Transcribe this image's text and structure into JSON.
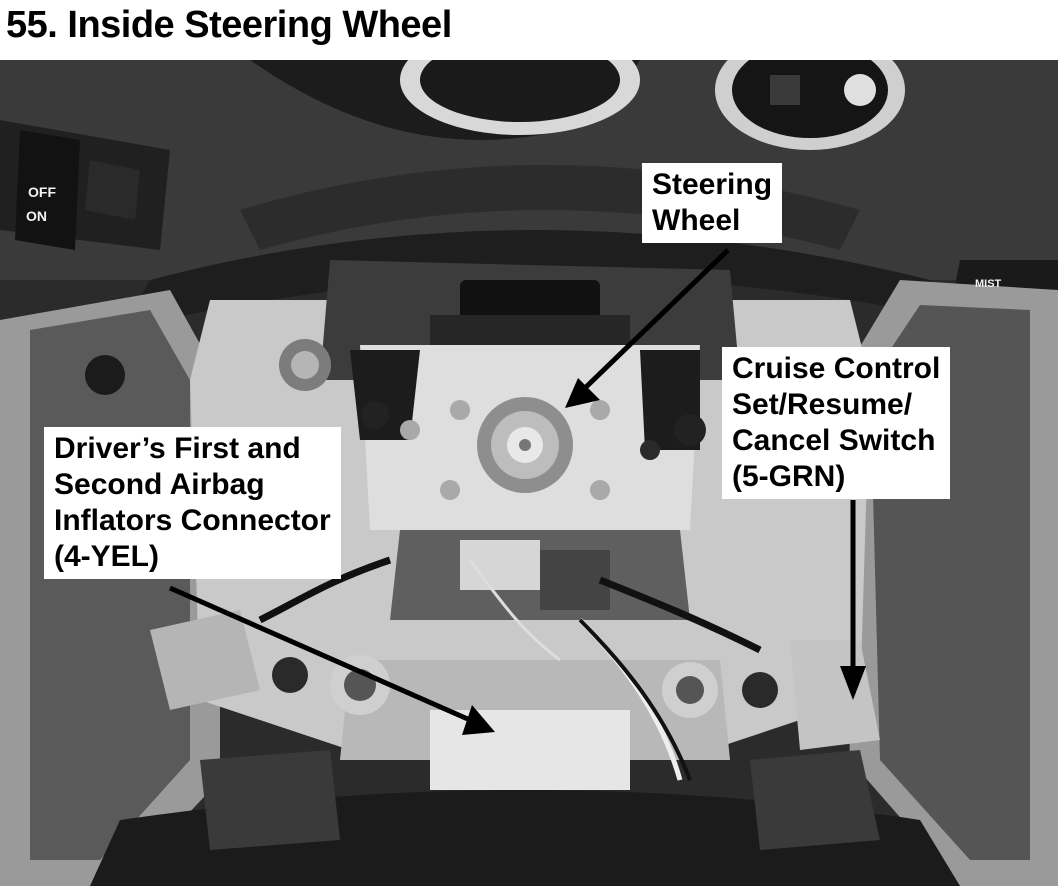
{
  "title": "55. Inside Steering Wheel",
  "callouts": {
    "steering_wheel": [
      "Steering",
      "Wheel"
    ],
    "cruise_control": [
      "Cruise Control",
      "Set/Resume/",
      "Cancel Switch",
      "(5-GRN)"
    ],
    "airbag_connector": [
      "Driver’s First and",
      "Second Airbag",
      "Inflators Connector",
      "(4-YEL)"
    ]
  },
  "switch_markings": {
    "light_off": "OFF",
    "light_on": "ON",
    "wiper_mist": "MIST"
  }
}
